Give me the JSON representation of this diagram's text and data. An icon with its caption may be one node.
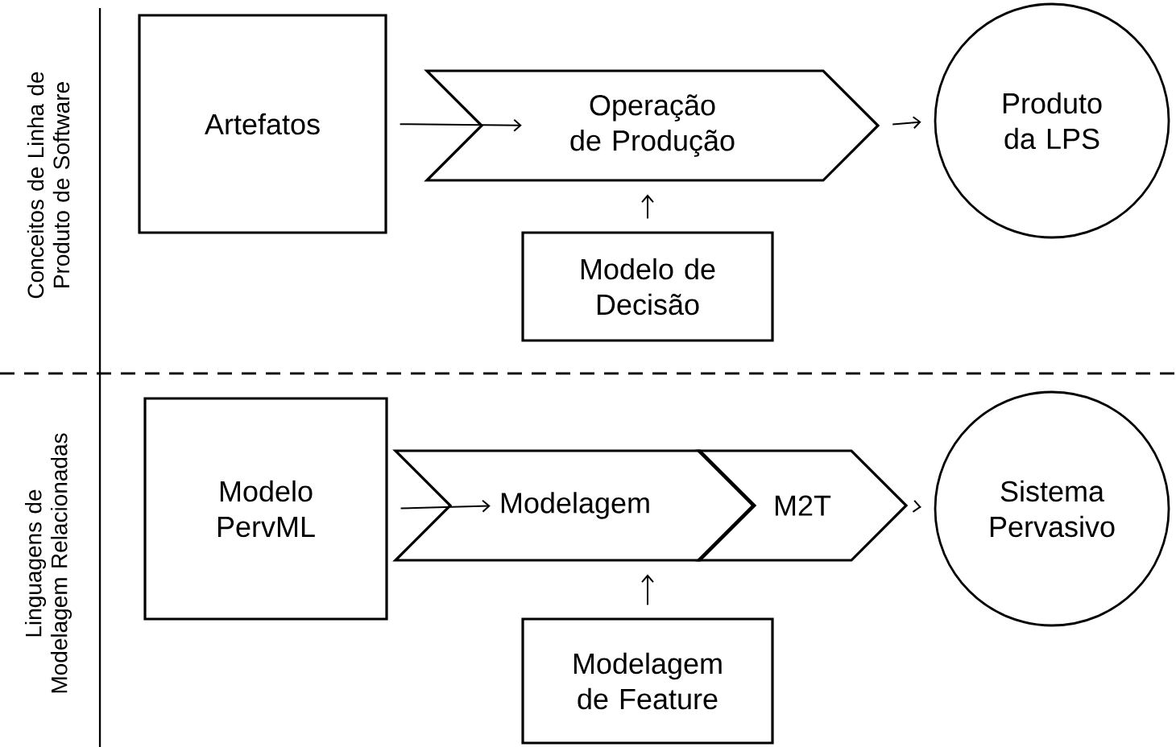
{
  "diagram": {
    "nodes": [
      {
        "text": [
          "Artefatos"
        ]
      },
      {
        "text": [
          "Operação de Produção"
        ]
      },
      {
        "text": [
          "Produto da LPS"
        ]
      },
      {
        "text": [
          "Modelo de Decisão"
        ]
      },
      {
        "text": [
          "Modelo PervML"
        ]
      },
      {
        "text": [
          "Modelagem"
        ]
      },
      {
        "text": [
          "M2T"
        ]
      },
      {
        "text": [
          "Sistema Pervasivo"
        ]
      },
      {
        "text": [
          "Modelagem de Feature"
        ]
      }
    ],
    "edges": [
      {
        "from": 0,
        "to": 1,
        "arrow": "to"
      },
      {
        "from": 1,
        "to": 2,
        "arrow": "to"
      },
      {
        "from": 3,
        "to": 1,
        "arrow": "to"
      },
      {
        "from": 4,
        "to": 5,
        "arrow": "to"
      },
      {
        "from": 6,
        "to": 7,
        "arrow": "to"
      },
      {
        "from": 8,
        "to": 5,
        "arrow": "to"
      }
    ],
    "labels": [
      "Conceitos de Linha de Produto de Software",
      "Linguagens de Modelagem Relacionadas"
    ]
  }
}
